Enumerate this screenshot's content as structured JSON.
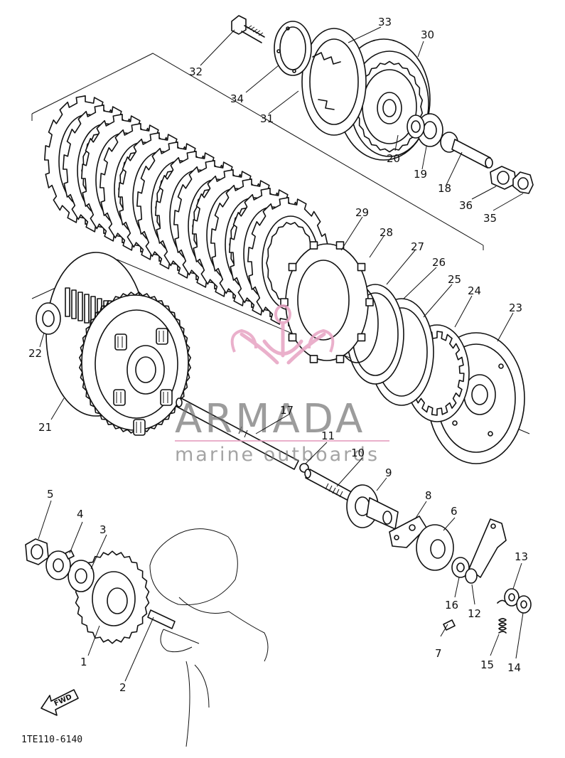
{
  "diagram_code": "1TE110-6140",
  "fwd_label": "FWD",
  "watermark": {
    "brand": "ARMADA",
    "tagline": "marine outboards",
    "accent_color": "#e7a3c3",
    "text_color": "#6e6e6e"
  },
  "callouts": {
    "p1": "1",
    "p2": "2",
    "p3": "3",
    "p4": "4",
    "p5": "5",
    "p6": "6",
    "p7": "7",
    "p8": "8",
    "p9": "9",
    "p10": "10",
    "p11": "11",
    "p12": "12",
    "p13": "13",
    "p14": "14",
    "p15": "15",
    "p16": "16",
    "p17": "17",
    "p18": "18",
    "p19": "19",
    "p20": "20",
    "p21": "21",
    "p22": "22",
    "p23": "23",
    "p24": "24",
    "p25": "25",
    "p26": "26",
    "p27": "27",
    "p28": "28",
    "p29": "29",
    "p30": "30",
    "p31": "31",
    "p32": "32",
    "p33": "33",
    "p34": "34",
    "p35": "35",
    "p36": "36"
  }
}
